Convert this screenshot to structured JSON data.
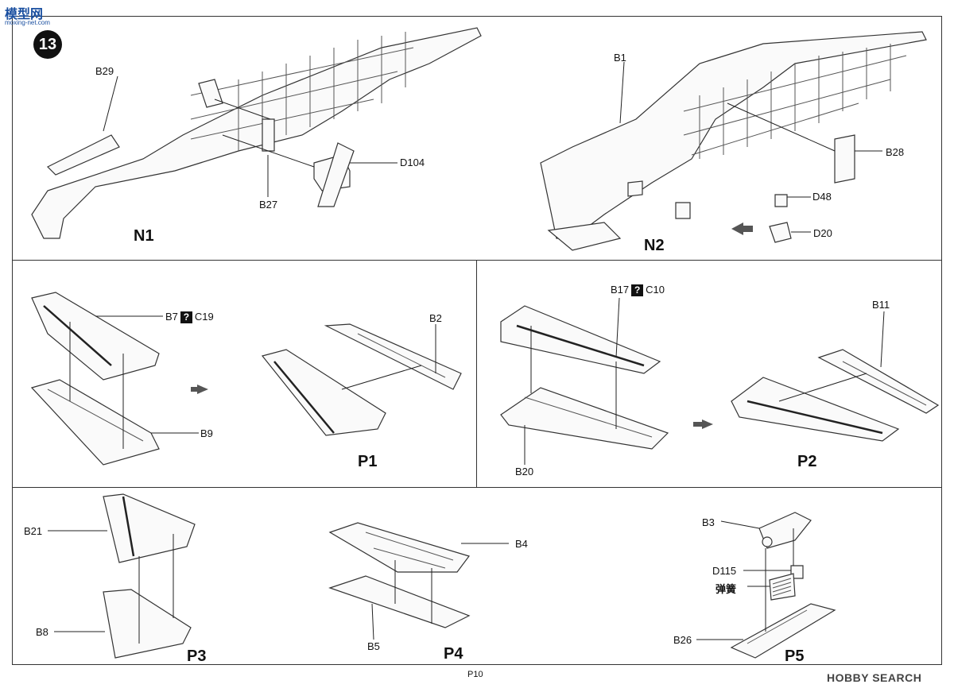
{
  "header": {
    "logo_text": "模型网",
    "logo_sub": "moxing-net.com",
    "step_number": "13"
  },
  "panels": {
    "n1": {
      "title": "N1",
      "labels": {
        "b29": "B29",
        "b27": "B27",
        "d104": "D104"
      }
    },
    "n2": {
      "title": "N2",
      "labels": {
        "b1": "B1",
        "b28": "B28",
        "d48": "D48",
        "d20": "D20"
      }
    },
    "p1": {
      "title": "P1",
      "labels": {
        "b7": "B7",
        "c19": "C19",
        "b9": "B9",
        "b2": "B2"
      }
    },
    "p2": {
      "title": "P2",
      "labels": {
        "b17": "B17",
        "c10": "C10",
        "b20": "B20",
        "b11": "B11"
      }
    },
    "p3": {
      "title": "P3",
      "labels": {
        "b21": "B21",
        "b8": "B8"
      }
    },
    "p4": {
      "title": "P4",
      "labels": {
        "b4": "B4",
        "b5": "B5"
      }
    },
    "p5": {
      "title": "P5",
      "labels": {
        "b3": "B3",
        "d115": "D115",
        "spring": "弹簧",
        "b26": "B26"
      }
    }
  },
  "choice_icon": "?",
  "footer": {
    "page": "P10",
    "watermark": "HOBBY SEARCH"
  },
  "colors": {
    "line": "#222222",
    "logo": "#1a4fa0",
    "badge": "#111111"
  }
}
